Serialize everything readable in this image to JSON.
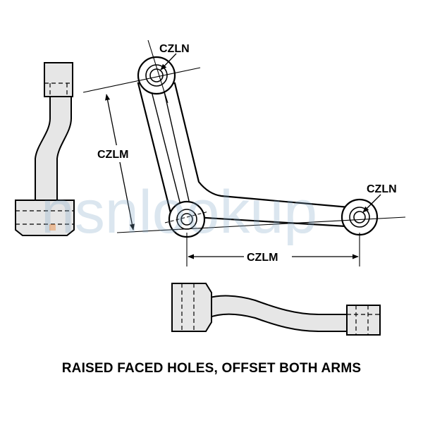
{
  "labels": {
    "hole_top": "CZLN",
    "hole_right": "CZLN",
    "vertical_dim": "CZLM",
    "horizontal_dim": "CZLM"
  },
  "watermark": "nsnlookup",
  "caption": "RAISED FACED HOLES, OFFSET BOTH ARMS",
  "colors": {
    "ink": "#000000",
    "part_fill": "#e6e6e6",
    "watermark": "#7fa6c4",
    "watermark_accent": "#f08a3c"
  }
}
